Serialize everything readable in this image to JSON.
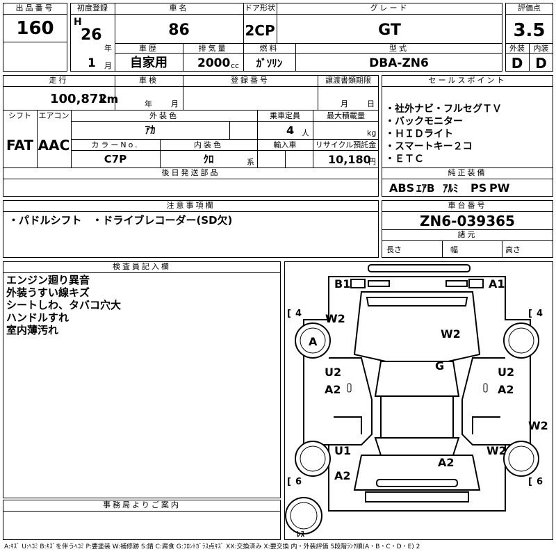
{
  "header": {
    "lot_number_label": "出品番号",
    "lot_number": "160",
    "first_reg_label": "初度登録",
    "era_mark": "H",
    "reg_year": "26",
    "year_unit": "年",
    "reg_month": "1",
    "month_unit": "月",
    "car_name_label": "車名",
    "car_name": "86",
    "door_type_label": "ドア形状",
    "door_type": "2CP",
    "grade_label": "グレード",
    "grade": "GT",
    "score_label": "評価点",
    "score": "3.5",
    "history_label": "車歴",
    "history": "自家用",
    "displacement_label": "排気量",
    "displacement": "2000",
    "displacement_unit": "cc",
    "fuel_label": "燃料",
    "fuel": "ｶﾞｿﾘﾝ",
    "model_code_label": "型式",
    "model_code": "DBA-ZN6",
    "exterior_label": "外装",
    "exterior_grade": "D",
    "interior_label": "内装",
    "interior_grade": "D"
  },
  "details": {
    "mileage_label": "走行",
    "mileage": "100,872",
    "mileage_unit": "km",
    "inspection_label": "車検",
    "insp_year_unit": "年",
    "insp_month_unit": "月",
    "registration_label": "登録番号",
    "transfer_label": "譲渡書類期限",
    "transfer_month_unit": "月",
    "transfer_day_unit": "日",
    "shift_label": "シフト",
    "shift": "FAT",
    "ac_label": "エアコン",
    "ac": "AAC",
    "ext_color_label": "外装色",
    "ext_color": "ｱｶ",
    "capacity_label": "乗車定員",
    "capacity": "4",
    "capacity_unit": "人",
    "max_load_label": "最大積載量",
    "max_load_unit": "kg",
    "color_no_label": "カラーNo.",
    "color_no": "C7P",
    "int_color_label": "内装色",
    "int_color": "ｸﾛ",
    "int_color_unit": "系",
    "import_label": "輸入車",
    "recycle_label": "リサイクル預託金",
    "recycle": "10,180",
    "recycle_unit": "円",
    "later_parts_label": "後日発送部品"
  },
  "sales_points": {
    "label": "セールスポイント",
    "items": [
      "・社外ナビ・フルセグＴＶ",
      "・バックモニター",
      "・ＨＩＤライト",
      "・スマートキー２コ",
      "・ＥＴＣ"
    ]
  },
  "equipment": {
    "label": "純正装備",
    "items": [
      "ABS",
      "ｴｱB",
      "ｱﾙﾐ",
      "PS",
      "PW"
    ]
  },
  "notes": {
    "label": "注意事項欄",
    "text": "・パドルシフト　・ドライブレコーダー(SD欠)"
  },
  "chassis": {
    "label": "車台番号",
    "number": "ZN6-039365",
    "specs_label": "諸元",
    "length_label": "長さ",
    "width_label": "幅",
    "height_label": "高さ"
  },
  "inspector": {
    "label": "検査員記入欄",
    "lines": [
      "エンジン廻り異音",
      "外装うすい線キズ",
      "シートしわ、タバコ穴大",
      "ハンドルすれ",
      "室内薄汚れ"
    ]
  },
  "office": {
    "label": "事務局よりご案内"
  },
  "legend": {
    "text": "A:ｷｽﾞ U:ﾍｺﾐ B:ｷｽﾞを伴うﾍｺﾐ P:要塗装 W:補修跡 S:錆 C:腐食 G:ﾌﾛﾝﾄｶﾞﾗｽ点ｷｽﾞ XX:交換済み X:要交換  内・外装評価  5段階ﾗﾝｸ順(A・B・C・D・E) 2"
  },
  "diagram": {
    "tire_front_left": "4",
    "tire_front_right": "4",
    "tire_rear_left": "6",
    "tire_rear_right": "6",
    "spare_label": "ﾚｽ",
    "marks": {
      "b1": "B1",
      "a1": "A1",
      "w2_fl": "W2",
      "a_fl": "A",
      "w2_hood": "W2",
      "g": "G",
      "u2_l": "U2",
      "a2_l": "A2",
      "u2_r": "U2",
      "a2_r": "A2",
      "w2_right_side": "W2",
      "u1": "U1",
      "w2_rr": "W2",
      "a2_trunk": "A2",
      "a2_rl": "A2"
    }
  }
}
